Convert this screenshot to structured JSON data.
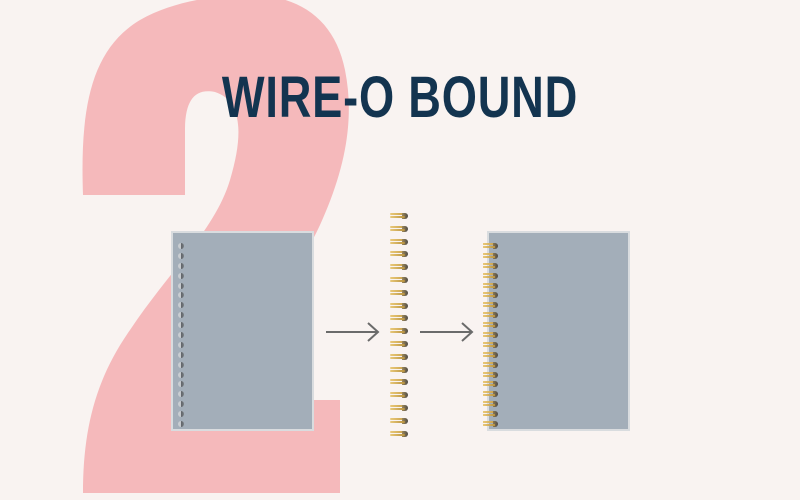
{
  "title": "WIRE-O BOUND",
  "background_numeral": "2",
  "colors": {
    "background": "#f9f3f1",
    "numeral": "#f5b9bb",
    "title": "#133450",
    "notebook_cover": "#a3aeb9",
    "notebook_border": "#d9dcdf",
    "arrow": "#6b6b6b",
    "wire_gold": "#d9b565"
  },
  "diagram": {
    "steps": [
      {
        "name": "punched-notebook",
        "holes": 19
      },
      {
        "name": "arrow-1"
      },
      {
        "name": "wire-o-spiral",
        "coils": 18
      },
      {
        "name": "arrow-2"
      },
      {
        "name": "bound-notebook",
        "rings": 19
      }
    ]
  }
}
